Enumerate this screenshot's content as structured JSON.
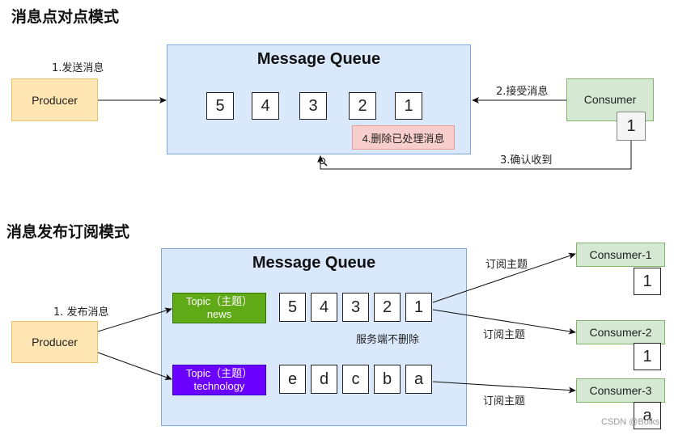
{
  "p2p": {
    "title": "消息点对点模式",
    "queue_title": "Message Queue",
    "producer": "Producer",
    "consumer": "Consumer",
    "consumer_msg": "1",
    "messages": [
      "5",
      "4",
      "3",
      "2",
      "1"
    ],
    "delete_note": "4.删除已处理消息",
    "step1": "1.发送消息",
    "step2": "2.接受消息",
    "step3": "3.确认收到"
  },
  "pubsub": {
    "title": "消息发布订阅模式",
    "queue_title": "Message Queue",
    "producer": "Producer",
    "publish_label": "1. 发布消息",
    "topic_news_line1": "Topic（主题）",
    "topic_news_line2": "news",
    "topic_tech_line1": "Topic（主题）",
    "topic_tech_line2": "technology",
    "news_messages": [
      "5",
      "4",
      "3",
      "2",
      "1"
    ],
    "tech_messages": [
      "e",
      "d",
      "c",
      "b",
      "a"
    ],
    "server_note": "服务端不删除",
    "subscribe_label_1": "订阅主题",
    "subscribe_label_2": "订阅主题",
    "subscribe_label_3": "订阅主题",
    "consumer1": "Consumer-1",
    "consumer2": "Consumer-2",
    "consumer3": "Consumer-3",
    "consumer1_msg": "1",
    "consumer2_msg": "1",
    "consumer3_msg": "a"
  },
  "watermark": "CSDN @Bolks",
  "colors": {
    "queue_fill": "#dae8fc",
    "producer_fill": "#ffe6b3",
    "consumer_fill": "#d5e8d4",
    "delete_note_fill": "#f8cecc",
    "topic_news_fill": "#60a917",
    "topic_tech_fill": "#6a00ff"
  },
  "icons": [
    "cursor-icon"
  ]
}
